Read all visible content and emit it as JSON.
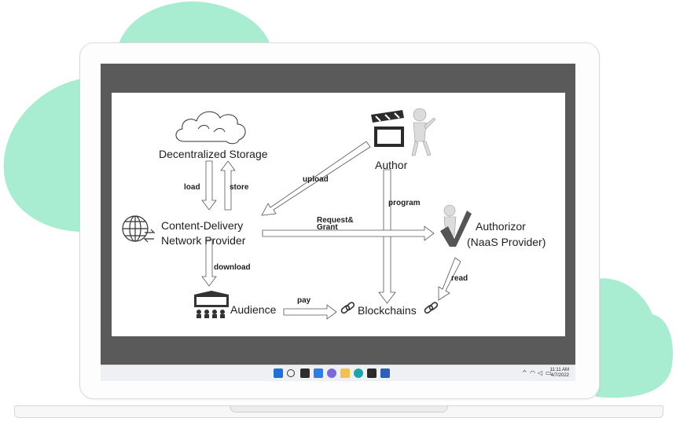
{
  "diagram": {
    "nodes": {
      "storage": "Decentralized Storage",
      "author": "Author",
      "cdn_line1": "Content-Delivery",
      "cdn_line2": "Network Provider",
      "authorizor_line1": "Authorizor",
      "authorizor_line2": "(NaaS Provider)",
      "audience": "Audience",
      "blockchains": "Blockchains"
    },
    "edges": {
      "load": "load",
      "store": "store",
      "upload": "upload",
      "program": "program",
      "request_line1": "Request&",
      "request_line2": "Grant",
      "download": "download",
      "read": "read",
      "pay": "pay"
    }
  },
  "taskbar": {
    "apps": [
      "windows-start",
      "search",
      "task-view",
      "widgets",
      "chat",
      "file-explorer",
      "edge",
      "store",
      "word"
    ],
    "tray": {
      "time": "11:11 AM",
      "date": "4/7/2022"
    }
  },
  "colors": {
    "blob": "#a8ecd2",
    "screen_frame": "#5a5a5a",
    "taskbar": "#eef0f4"
  }
}
